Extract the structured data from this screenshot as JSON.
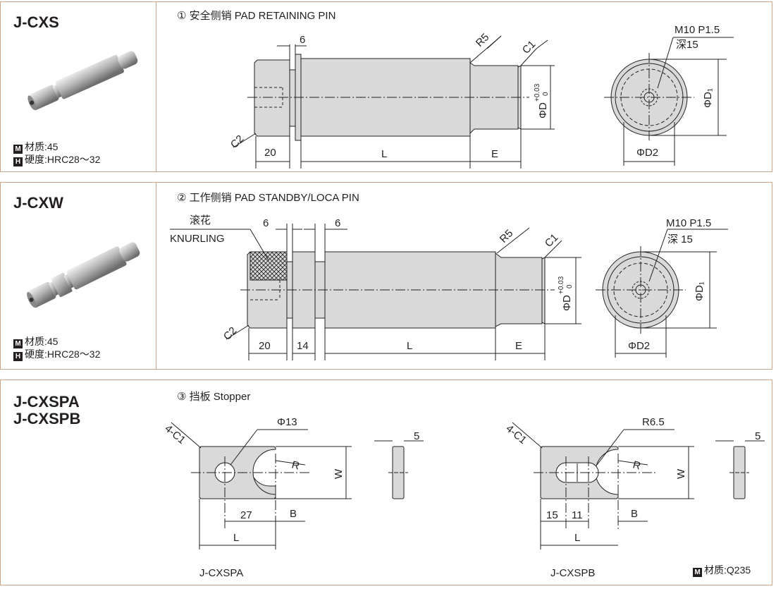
{
  "colors": {
    "border": "#c9a48a",
    "part_fill": "#d9d9d9",
    "line": "#231f20"
  },
  "sections": [
    {
      "code": "J-CXS",
      "title": "① 安全侧销 PAD RETAINING PIN",
      "material": "材质:45",
      "hardness": "硬度:HRC28～32",
      "badge_m": "M",
      "badge_h": "H",
      "dims": {
        "d6": "6",
        "r5": "R5",
        "c1": "C1",
        "c2": "C2",
        "d20": "20",
        "l": "L",
        "e": "E",
        "thread": "M10 P1.5",
        "depth": "深15",
        "phid": "ΦD",
        "tol_up": "+0.03",
        "tol_lo": "0",
        "d1": "ΦD₁",
        "d2": "ΦD2"
      }
    },
    {
      "code": "J-CXW",
      "title": "② 工作侧销 PAD STANDBY/LOCA PIN",
      "material": "材质:45",
      "hardness": "硬度:HRC28～32",
      "badge_m": "M",
      "badge_h": "H",
      "dims": {
        "knurl_cn": "滚花",
        "knurl_en": "KNURLING",
        "d6a": "6",
        "d6b": "6",
        "r5": "R5",
        "c1": "C1",
        "c2": "C2",
        "d20": "20",
        "d14": "14",
        "l": "L",
        "e": "E",
        "thread": "M10 P1.5",
        "depth": "深 15",
        "phid": "ΦD",
        "tol_up": "+0.03",
        "tol_lo": "0",
        "d1": "ΦD₁",
        "d2": "ΦD2"
      }
    },
    {
      "code_a": "J-CXSPA",
      "code_b": "J-CXSPB",
      "title": "③ 挡板 Stopper",
      "material": "材质:Q235",
      "badge_m": "M",
      "dims_a": {
        "c": "4-C1",
        "phi": "Φ13",
        "r": "R",
        "w": "W",
        "d27": "27",
        "b": "B",
        "l": "L",
        "t": "5",
        "label": "J-CXSPA"
      },
      "dims_b": {
        "c": "4-C1",
        "r65": "R6.5",
        "r": "R",
        "w": "W",
        "d15": "15",
        "d11": "11",
        "b": "B",
        "l": "L",
        "t": "5",
        "label": "J-CXSPB"
      }
    }
  ]
}
